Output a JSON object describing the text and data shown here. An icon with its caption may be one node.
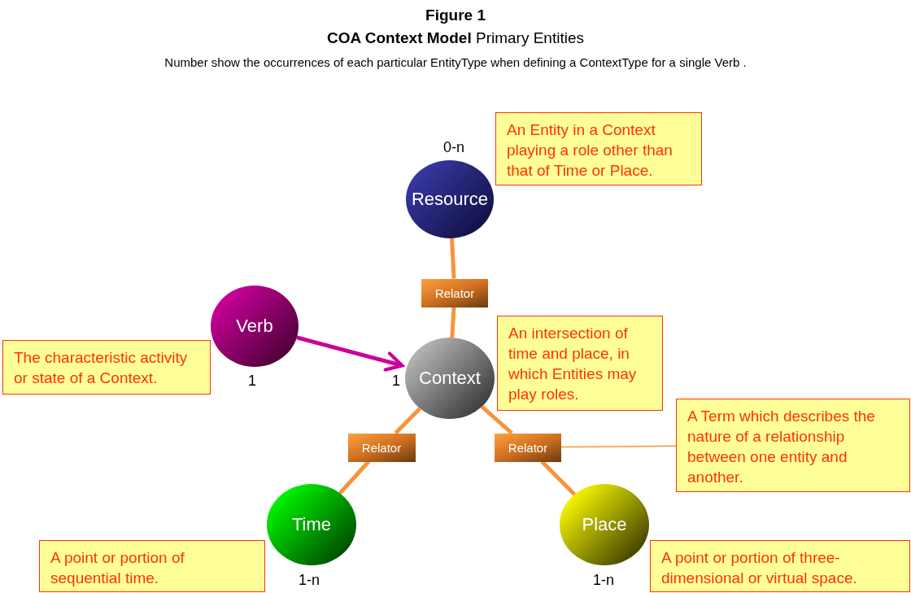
{
  "diagram": {
    "title": "Figure 1",
    "labels": [
      "**COA Context Model** Primary Entities",
      "Number show the occurrences of each particular EntityType when defining a ContextType for a single Verb ."
    ],
    "nodes": [
      {
        "text": [
          "Resource"
        ],
        "beside": [
          "0-n"
        ]
      },
      {
        "text": [
          "Verb"
        ],
        "beside": [
          "1"
        ]
      },
      {
        "text": [
          "Context"
        ],
        "beside": [
          "1"
        ]
      },
      {
        "text": [
          "Time"
        ],
        "beside": [
          "1-n"
        ]
      },
      {
        "text": [
          "Place"
        ],
        "beside": [
          "1-n"
        ]
      },
      {
        "text": [
          "Relator"
        ]
      },
      {
        "text": [
          "Relator"
        ]
      },
      {
        "text": [
          "Relator"
        ]
      },
      {
        "text": [
          "An Entity in a Context playing a role other than that of Time or Place."
        ]
      },
      {
        "text": [
          "The characteristic activity or state of a Context."
        ]
      },
      {
        "text": [
          "An intersection of time and place, in which Entities may play roles."
        ]
      },
      {
        "text": [
          "A Term which describes the nature of a relationship between one entity and another."
        ]
      },
      {
        "text": [
          "A point or portion of sequential time."
        ]
      },
      {
        "text": [
          "A point or portion of three-dimensional or virtual space."
        ]
      }
    ],
    "edges": [
      {
        "from": 0,
        "to": 5,
        "arrow": "none"
      },
      {
        "from": 5,
        "to": 2,
        "arrow": "none"
      },
      {
        "from": 1,
        "to": 2,
        "arrow": "to",
        "color": "#cc0099"
      },
      {
        "from": 2,
        "to": 6,
        "arrow": "none"
      },
      {
        "from": 6,
        "to": 3,
        "arrow": "none"
      },
      {
        "from": 2,
        "to": 7,
        "arrow": "none"
      },
      {
        "from": 7,
        "to": 4,
        "arrow": "none"
      },
      {
        "from": 7,
        "to": 11,
        "arrow": "none"
      }
    ]
  }
}
